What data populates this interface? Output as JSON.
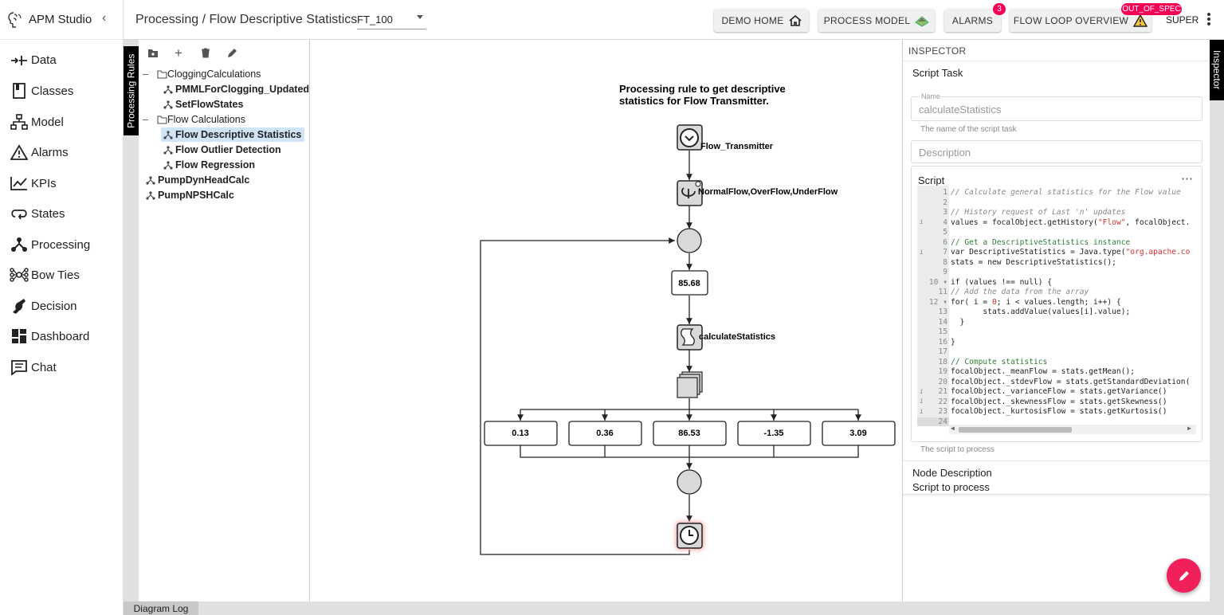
{
  "app": {
    "title": "APM Studio"
  },
  "nav": {
    "items": [
      {
        "label": "Data",
        "icon": "data-flow-icon"
      },
      {
        "label": "Classes",
        "icon": "book-icon"
      },
      {
        "label": "Model",
        "icon": "hierarchy-icon"
      },
      {
        "label": "Alarms",
        "icon": "warning-icon"
      },
      {
        "label": "KPIs",
        "icon": "trend-chart-icon"
      },
      {
        "label": "States",
        "icon": "loop-icon"
      },
      {
        "label": "Processing",
        "icon": "process-nodes-icon"
      },
      {
        "label": "Bow Ties",
        "icon": "bowtie-icon"
      },
      {
        "label": "Decision",
        "icon": "decision-icon"
      },
      {
        "label": "Dashboard",
        "icon": "dashboard-icon"
      },
      {
        "label": "Chat",
        "icon": "chat-icon"
      }
    ]
  },
  "header": {
    "breadcrumb": "Processing / Flow Descriptive Statistics",
    "asset": "FT_100",
    "buttons": {
      "demo_home": "DEMO HOME",
      "process_model": "PROCESS MODEL",
      "alarms": "ALARMS",
      "flow_loop": "FLOW LOOP OVERVIEW"
    },
    "alarm_count": "3",
    "status_badge": "OUT_OF_SPEC",
    "user": "SUPER"
  },
  "rules_panel": {
    "tab_label": "Processing Rules"
  },
  "tree": [
    {
      "label": "CloggingCalculations",
      "type": "folder"
    },
    {
      "label": "PMMLForClogging_Updated",
      "type": "rule"
    },
    {
      "label": "SetFlowStates",
      "type": "rule"
    },
    {
      "label": "Flow Calculations",
      "type": "folder"
    },
    {
      "label": "Flow Descriptive Statistics",
      "type": "rule",
      "selected": true
    },
    {
      "label": "Flow Outlier Detection",
      "type": "rule"
    },
    {
      "label": "Flow Regression",
      "type": "rule"
    },
    {
      "label": "PumpDynHeadCalc",
      "type": "rule"
    },
    {
      "label": "PumpNPSHCalc",
      "type": "rule"
    }
  ],
  "diagram": {
    "title_line1": "Processing rule to get descriptive",
    "title_line2": "statistics for Flow Transmitter.",
    "start_label": "Flow_Transmitter",
    "loop_label": "NormalFlow,OverFlow,UnderFlow",
    "value_box": "85.68",
    "task_label": "calculateStatistics",
    "outputs": [
      "0.13",
      "0.36",
      "86.53",
      "-1.35",
      "3.09"
    ]
  },
  "inspector": {
    "title": "INSPECTOR",
    "section": "Script Task",
    "name_label": "Name",
    "name_value": "calculateStatistics",
    "name_hint": "The name of the script task",
    "description_placeholder": "Description",
    "script_label": "Script",
    "script_hint": "The script to process",
    "node_description_title": "Node Description",
    "node_description_text": "Script to process",
    "tab_label": "Inspector"
  },
  "bottom": {
    "diagram_log": "Diagram Log"
  },
  "colors": {
    "accent": "#f0205a",
    "selected": "#d0e4f7",
    "status_badge": "#f50057"
  }
}
